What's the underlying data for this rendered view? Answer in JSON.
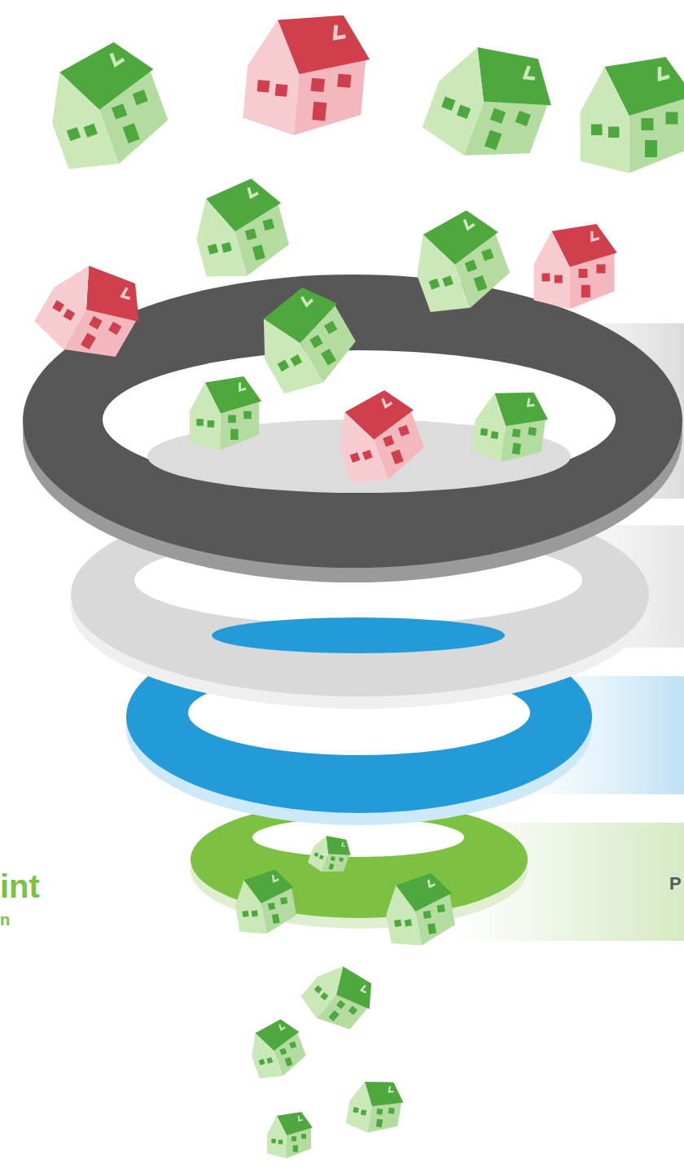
{
  "diagram": {
    "nodes": [
      {
        "text": [
          "P"
        ]
      }
    ],
    "labels": [
      "int",
      "n"
    ]
  }
}
